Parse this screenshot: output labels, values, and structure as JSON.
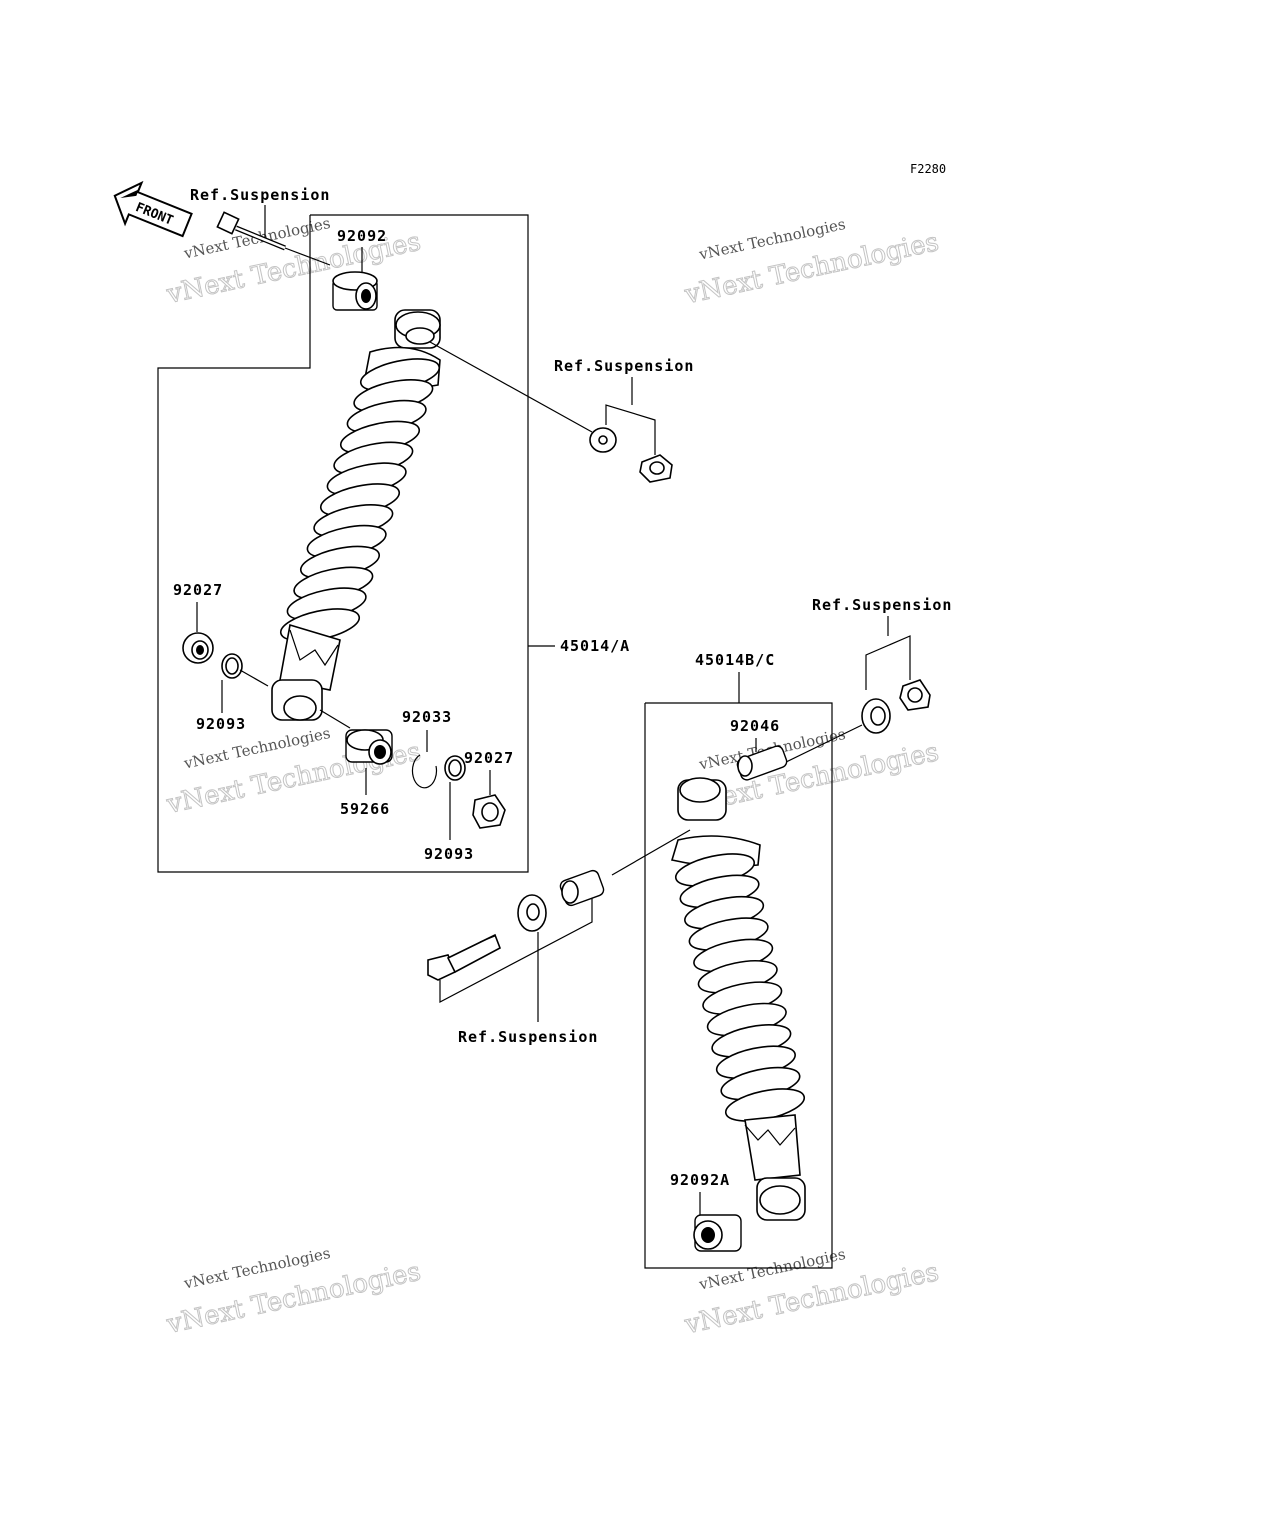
{
  "diagram": {
    "code": "F2280",
    "front_label": "FRONT",
    "ref_suspension": "Ref.Suspension",
    "assemblies": {
      "rear_left": "45014/A",
      "rear_right": "45014B/C"
    },
    "parts": {
      "p92092": "92092",
      "p92027_a": "92027",
      "p92093_a": "92093",
      "p92033": "92033",
      "p92027_b": "92027",
      "p59266": "59266",
      "p92093_b": "92093",
      "p92046": "92046",
      "p92092a": "92092A"
    },
    "watermark": {
      "line1": "vNext Technologies",
      "line2": "vNext Technologies"
    }
  }
}
